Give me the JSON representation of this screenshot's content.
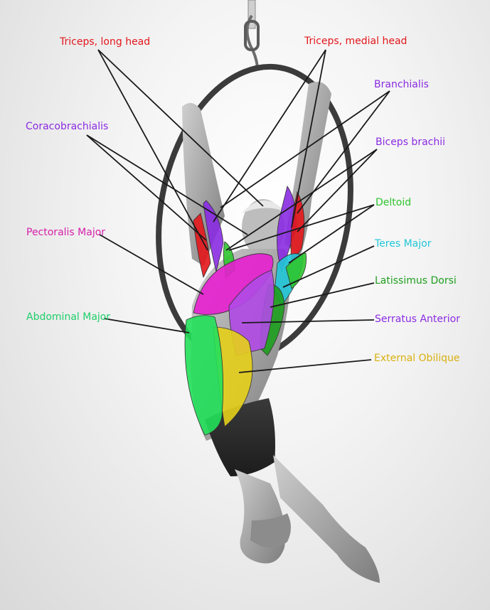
{
  "labels": {
    "triceps_long": {
      "text": "Triceps, long head",
      "color": "#e3161b"
    },
    "triceps_medial": {
      "text": "Triceps, medial head",
      "color": "#e3161b"
    },
    "branchialis": {
      "text": "Branchialis",
      "color": "#8a2be2"
    },
    "coracobrachialis": {
      "text": "Coracobrachialis",
      "color": "#8a2be2"
    },
    "biceps": {
      "text": "Biceps brachii",
      "color": "#8a2be2"
    },
    "deltoid": {
      "text": "Deltoid",
      "color": "#2ec42e"
    },
    "pectoralis": {
      "text": "Pectoralis Major",
      "color": "#d61fa8"
    },
    "teres": {
      "text": "Teres Major",
      "color": "#20c6d8"
    },
    "latissimus": {
      "text": "Latissimus Dorsi",
      "color": "#1e9e1e"
    },
    "abdominal": {
      "text": "Abdominal Major",
      "color": "#1fcf6a"
    },
    "serratus": {
      "text": "Serratus Anterior",
      "color": "#8a2be2"
    },
    "external_oblique": {
      "text": "External Obilique",
      "color": "#d8b10f"
    }
  },
  "colors": {
    "line": "#1a1a1a",
    "pectoralis": "#e61fcf",
    "serratus": "#b04ae6",
    "oblique": "#e6cf1a",
    "abdominal": "#22e05a",
    "biceps": "#8a2be2",
    "triceps": "#e3161b",
    "deltoid": "#2ec42e",
    "teres": "#20c6d8",
    "latissimus": "#1e9e1e"
  }
}
